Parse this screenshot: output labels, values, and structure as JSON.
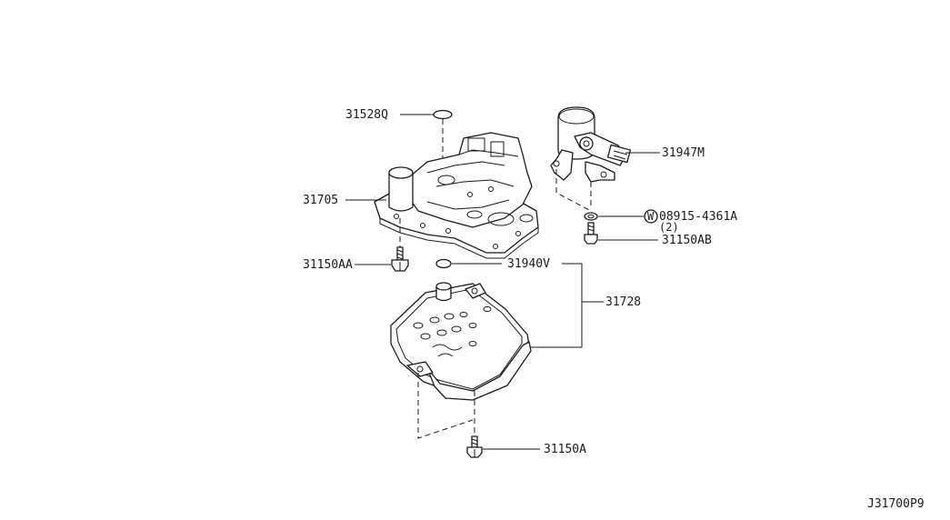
{
  "diagram": {
    "reference_code": "J31700P9",
    "parts": [
      {
        "id": "o-ring-top",
        "label": "31528Q"
      },
      {
        "id": "control-valve-body",
        "label": "31705"
      },
      {
        "id": "bolt-aa",
        "label": "31150AA"
      },
      {
        "id": "solenoid",
        "label": "31947M"
      },
      {
        "id": "washer",
        "label": "08915-4361A",
        "marker": "W",
        "quantity": "(2)"
      },
      {
        "id": "bolt-ab",
        "label": "31150AB"
      },
      {
        "id": "o-ring-filter",
        "label": "31940V"
      },
      {
        "id": "oil-strainer-assembly",
        "label": "31728"
      },
      {
        "id": "bolt-a",
        "label": "31150A"
      }
    ]
  }
}
